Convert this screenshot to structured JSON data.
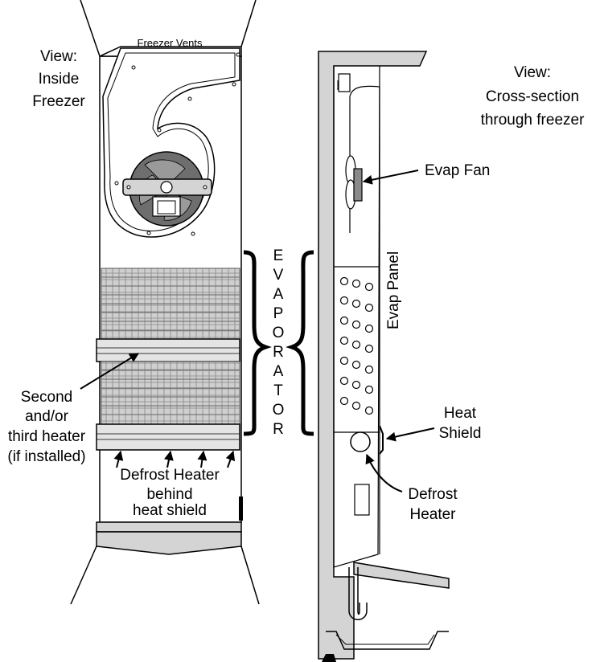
{
  "left_view": {
    "title_line1": "View:",
    "title_line2": "Inside",
    "title_line3": "Freezer",
    "vents_label": "Freezer  Vents",
    "heater_label": [
      "Second",
      "and/or",
      "third heater",
      "(if installed)"
    ],
    "defrost_label": [
      "Defrost  Heater",
      "behind",
      "heat  shield"
    ]
  },
  "evaporator": {
    "letters": [
      "E",
      "V",
      "A",
      "P",
      "O",
      "R",
      "A",
      "T",
      "O",
      "R"
    ]
  },
  "right_view": {
    "title_line1": "View:",
    "title_line2": "Cross-section",
    "title_line3": "through  freezer",
    "evap_fan_label": "Evap Fan",
    "evap_panel_label": "Evap Panel",
    "heat_shield_label": [
      "Heat",
      "Shield"
    ],
    "defrost_heater_label": [
      "Defrost",
      "Heater"
    ]
  },
  "colors": {
    "line": "#000000",
    "panel_gray": "#d4d4d4",
    "dark_gray": "#6e6e6e",
    "background": "#ffffff"
  }
}
